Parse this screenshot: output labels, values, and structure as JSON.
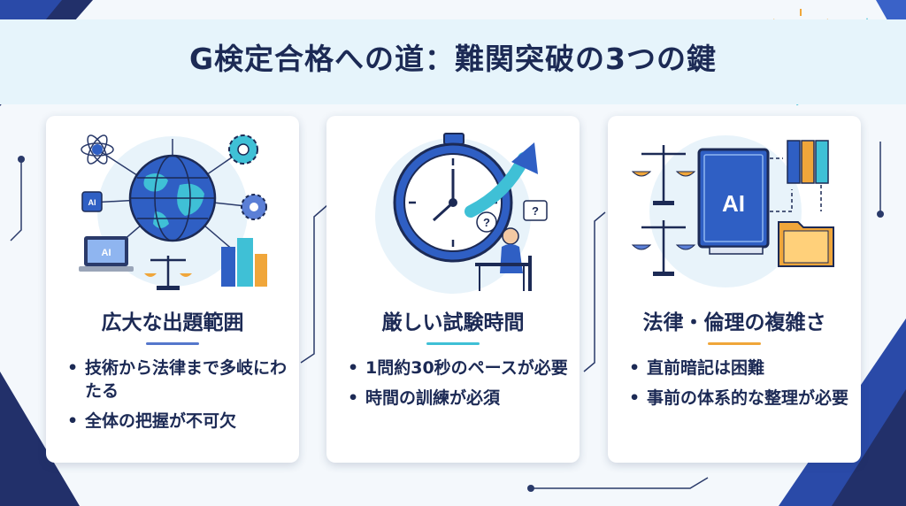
{
  "title": "G検定合格への道：難関突破の3つの鍵",
  "cards": [
    {
      "title": "広大な出題範囲",
      "accent": "#5577cc",
      "bullets": [
        "技術から法律まで多岐にわたる",
        "全体の把握が不可欠"
      ],
      "icon_text": "AI"
    },
    {
      "title": "厳しい試験時間",
      "accent": "#3fc0d6",
      "bullets": [
        "1問約30秒のペースが必要",
        "時間の訓練が必須"
      ]
    },
    {
      "title": "法律・倫理の複雑さ",
      "accent": "#f0a63a",
      "bullets": [
        "直前暗記は困難",
        "事前の体系的な整理が必要"
      ],
      "icon_text": "AI"
    }
  ],
  "colors": {
    "navy": "#1c2a55",
    "blue": "#2f5fc4",
    "cyan": "#3fc0d6",
    "orange": "#f0a63a",
    "background": "#f4f8fc"
  }
}
